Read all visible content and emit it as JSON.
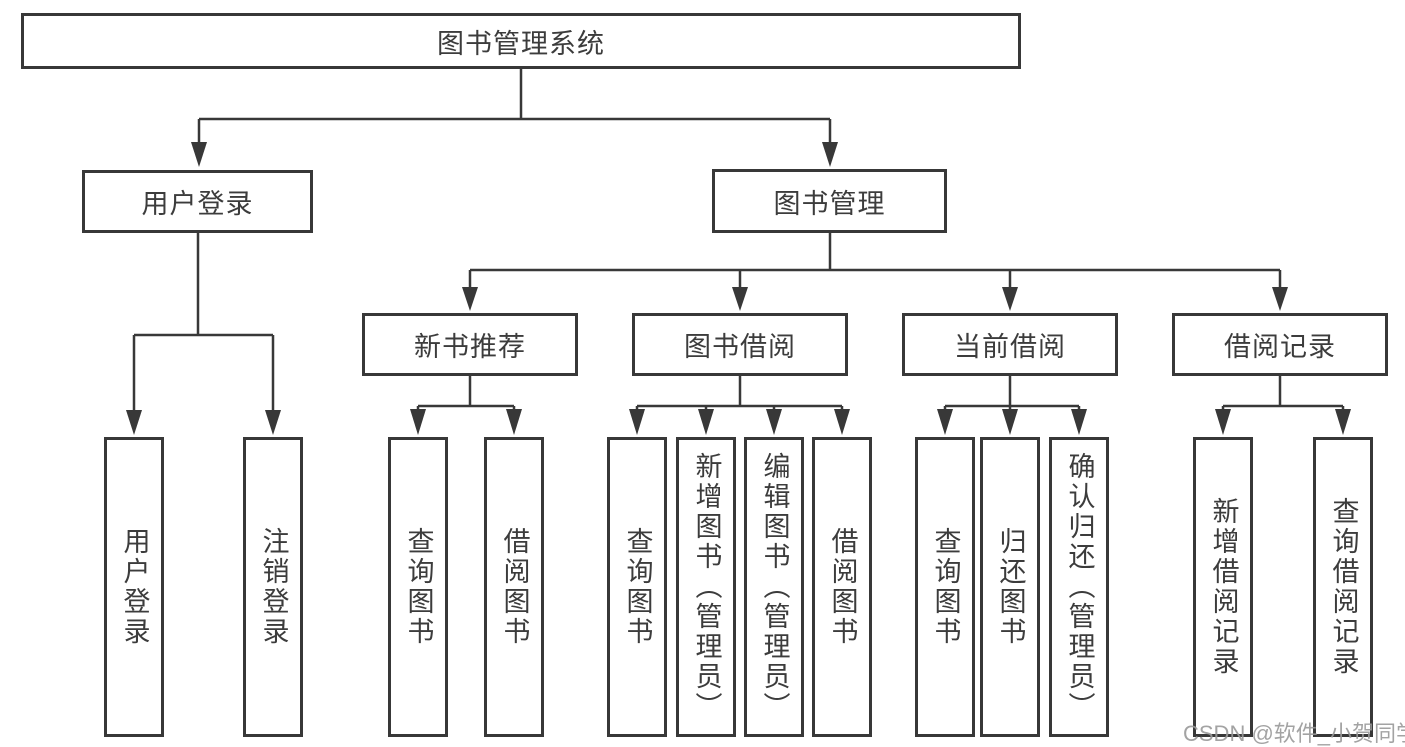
{
  "style": {
    "background": "#ffffff",
    "border_color": "#383838",
    "line_color": "#383838",
    "text_color": "#3c3c3c",
    "watermark_color": "#9a9a9a"
  },
  "tree": {
    "root": {
      "label": "图书管理系统"
    },
    "children": [
      {
        "label": "用户登录",
        "children": [
          {
            "label": "用户登录"
          },
          {
            "label": "注销登录"
          }
        ]
      },
      {
        "label": "图书管理",
        "children": [
          {
            "label": "新书推荐",
            "children": [
              {
                "label": "查询图书"
              },
              {
                "label": "借阅图书"
              }
            ]
          },
          {
            "label": "图书借阅",
            "children": [
              {
                "label": "查询图书"
              },
              {
                "label": "新增图书（管理员）"
              },
              {
                "label": "编辑图书（管理员）"
              },
              {
                "label": "借阅图书"
              }
            ]
          },
          {
            "label": "当前借阅",
            "children": [
              {
                "label": "查询图书"
              },
              {
                "label": "归还图书"
              },
              {
                "label": "确认归还（管理员）"
              }
            ]
          },
          {
            "label": "借阅记录",
            "children": [
              {
                "label": "新增借阅记录"
              },
              {
                "label": "查询借阅记录"
              }
            ]
          }
        ]
      }
    ]
  },
  "watermark": {
    "text": "CSDN @软件_小贺同学"
  }
}
